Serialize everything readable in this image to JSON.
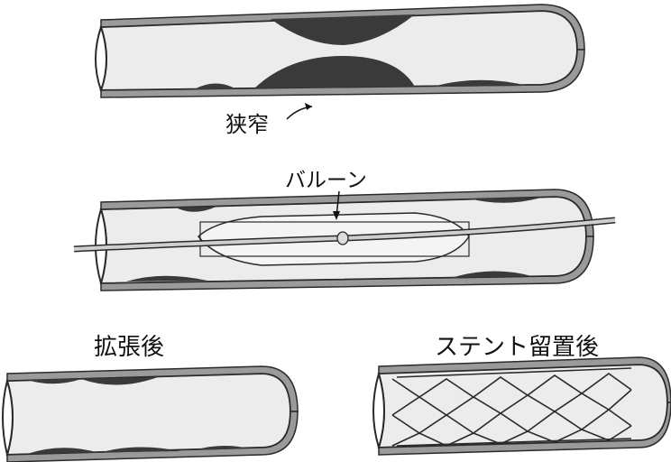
{
  "labels": {
    "stenosis": "狭窄",
    "balloon": "バルーン",
    "after_dilation": "拡張後",
    "after_stent": "ステント留置後"
  },
  "colors": {
    "wall": "#9a9a9a",
    "wall_outline": "#2a2a2a",
    "lumen": "#ececec",
    "plaque": "#3a3a3a",
    "background": "#ffffff"
  }
}
